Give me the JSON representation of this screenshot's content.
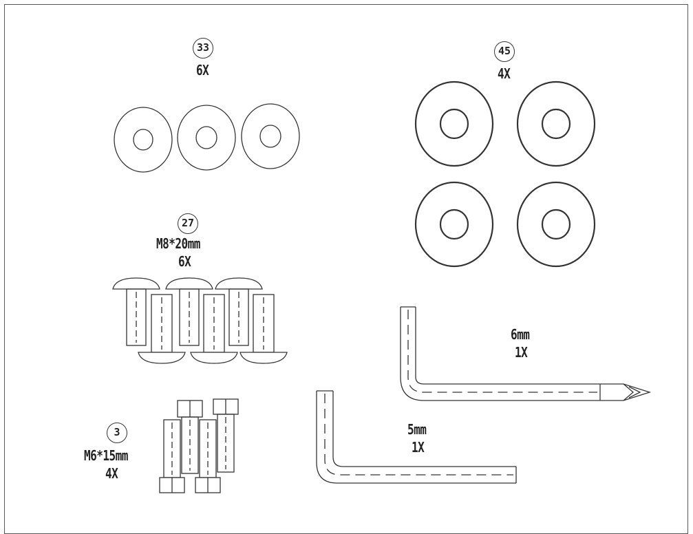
{
  "parts": {
    "washer_small": {
      "id": "33",
      "qty": "6X"
    },
    "washer_large": {
      "id": "45",
      "qty": "4X"
    },
    "bolt_m8": {
      "id": "27",
      "size": "M8*20mm",
      "qty": "6X"
    },
    "bolt_m6": {
      "id": "3",
      "size": "M6*15mm",
      "qty": "4X"
    },
    "wrench_6": {
      "size": "6mm",
      "qty": "1X"
    },
    "wrench_5": {
      "size": "5mm",
      "qty": "1X"
    }
  }
}
